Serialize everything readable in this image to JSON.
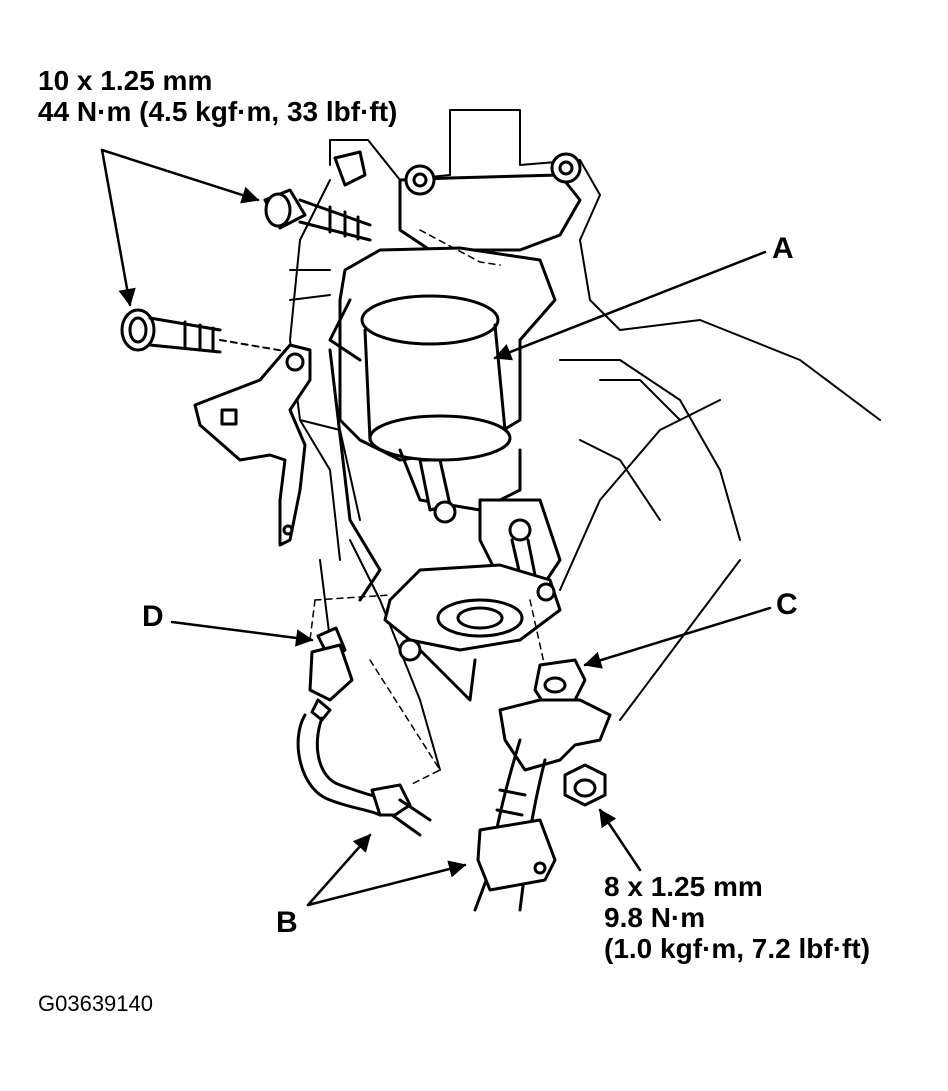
{
  "spec_top": {
    "line1": "10 x 1.25 mm",
    "line2": "44 N·m (4.5 kgf·m, 33 lbf·ft)"
  },
  "spec_bottom": {
    "line1": "8 x 1.25 mm",
    "line2": "9.8 N·m",
    "line3": "(1.0 kgf·m, 7.2 lbf·ft)"
  },
  "callouts": {
    "a": "A",
    "b": "B",
    "c": "C",
    "d": "D"
  },
  "figure_id": "G03639140",
  "colors": {
    "ink": "#000000",
    "paper": "#ffffff"
  }
}
